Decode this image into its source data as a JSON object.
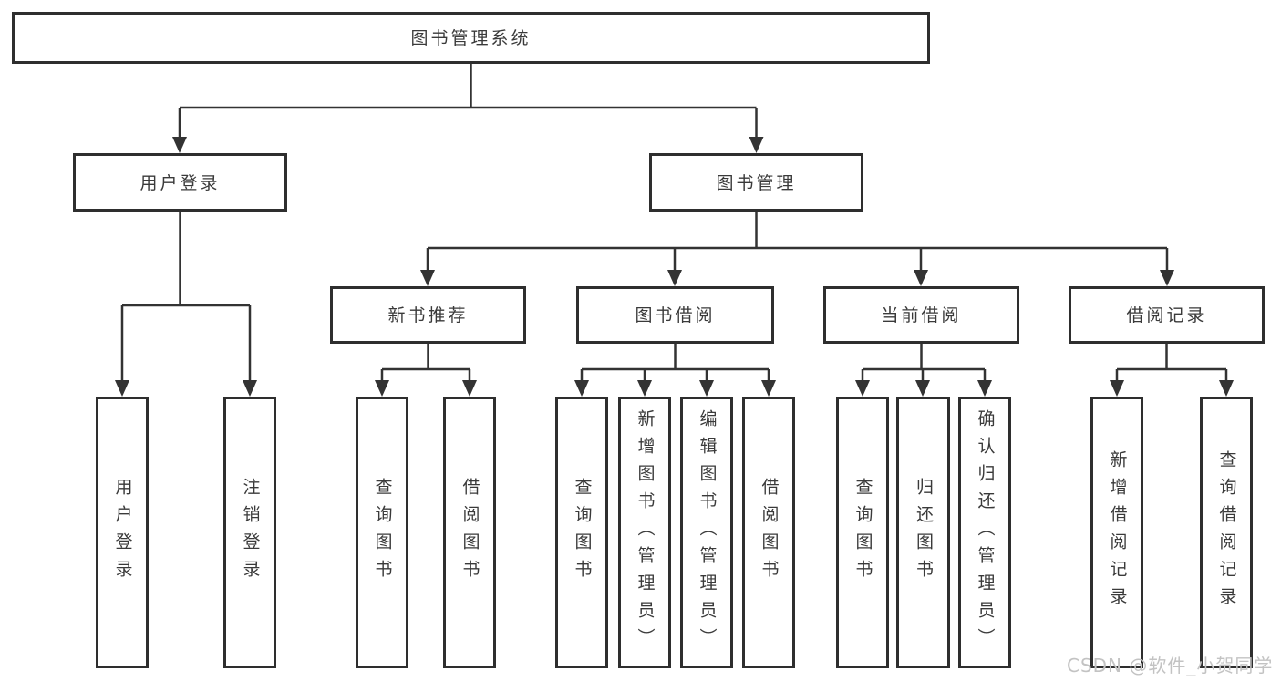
{
  "diagram": {
    "root": {
      "label": "图书管理系统"
    },
    "level2": [
      {
        "label": "用户登录"
      },
      {
        "label": "图书管理"
      }
    ],
    "level3": [
      {
        "label": "新书推荐"
      },
      {
        "label": "图书借阅"
      },
      {
        "label": "当前借阅"
      },
      {
        "label": "借阅记录"
      }
    ],
    "leaves": {
      "user_login": [
        {
          "label": "用户登录"
        },
        {
          "label": "注销登录"
        }
      ],
      "new_book_recommend": [
        {
          "label": "查询图书"
        },
        {
          "label": "借阅图书"
        }
      ],
      "book_borrow": [
        {
          "label": "查询图书"
        },
        {
          "label": "新增图书（管理员）"
        },
        {
          "label": "编辑图书（管理员）"
        },
        {
          "label": "借阅图书"
        }
      ],
      "current_borrow": [
        {
          "label": "查询图书"
        },
        {
          "label": "归还图书"
        },
        {
          "label": "确认归还（管理员）"
        }
      ],
      "borrow_records": [
        {
          "label": "新增借阅记录"
        },
        {
          "label": "查询借阅记录"
        }
      ]
    }
  },
  "watermark": {
    "text": "CSDN @软件_小贺同学"
  },
  "colors": {
    "line": "#333333",
    "border": "#2e2e2e",
    "text": "#3a3a3a",
    "watermark": "#c3c3c3",
    "background": "#ffffff"
  }
}
